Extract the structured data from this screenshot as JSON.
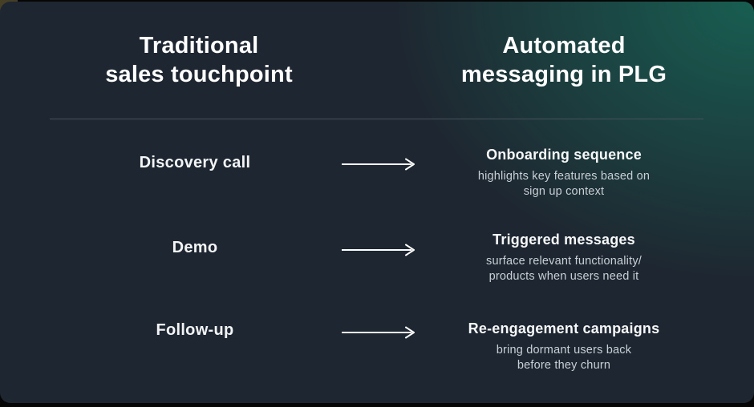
{
  "card": {
    "left_header": {
      "line1": "Traditional",
      "line2": "sales touchpoint"
    },
    "right_header": {
      "line1": "Automated",
      "line2": "messaging in PLG"
    },
    "rows": [
      {
        "touchpoint": "Discovery call",
        "automation_title": "Onboarding sequence",
        "desc_line1": "highlights key features based on",
        "desc_line2": "sign up context"
      },
      {
        "touchpoint": "Demo",
        "automation_title": "Triggered messages",
        "desc_line1": "surface relevant functionality/",
        "desc_line2": "products when users need it"
      },
      {
        "touchpoint": "Follow-up",
        "automation_title": "Re-engagement campaigns",
        "desc_line1": "bring dormant users back",
        "desc_line2": "before they churn"
      }
    ],
    "colors": {
      "background_navy": "#1e2731",
      "teal_accent": "#186153",
      "divider": "#47515b",
      "title_text": "#ffffff",
      "body_text": "#c9cfd5",
      "outer_black": "#060606",
      "corner_accent": "#453f25"
    }
  }
}
